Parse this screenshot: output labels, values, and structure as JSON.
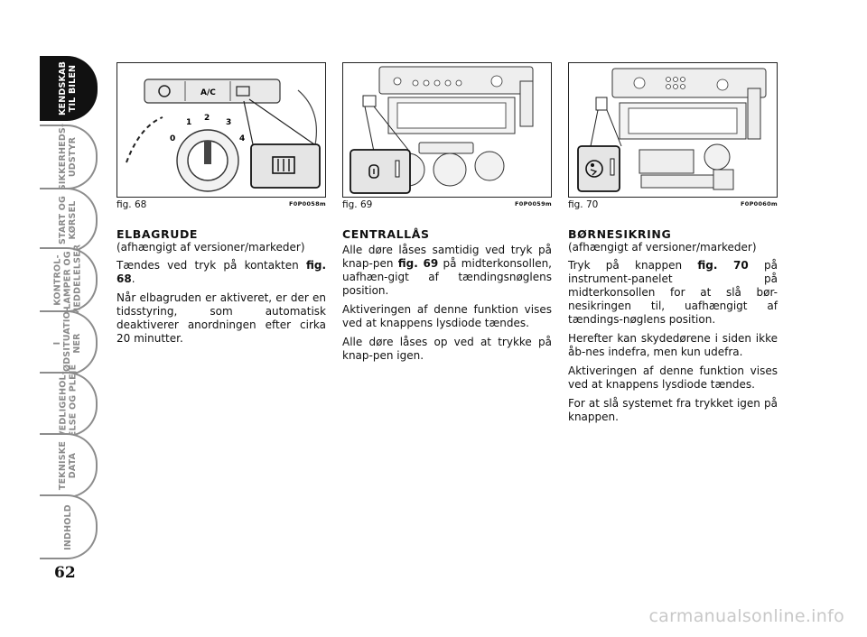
{
  "sidebar": {
    "tabs": [
      {
        "label": "KENDSKAB\nTIL BILEN",
        "active": true
      },
      {
        "label": "SIKKERHEDS-\nUDSTYR",
        "active": false
      },
      {
        "label": "START OG\nKØRSEL",
        "active": false
      },
      {
        "label": "KONTROL-\nLAMPER OG\nMEDDELELSER",
        "active": false
      },
      {
        "label": "I\nNØDSITUATIO-\nNER",
        "active": false
      },
      {
        "label": "VEDLIGEHOL-\nDELSE OG PLEJE",
        "active": false
      },
      {
        "label": "TEKNISKE\nDATA",
        "active": false
      },
      {
        "label": "INDHOLD",
        "active": false
      }
    ],
    "page_number": "62"
  },
  "figures": [
    {
      "caption": "fig. 68",
      "code": "F0P0058m",
      "panel_label": "A/C",
      "dial_numbers": [
        "0",
        "1",
        "2",
        "3",
        "4"
      ]
    },
    {
      "caption": "fig. 69",
      "code": "F0P0059m"
    },
    {
      "caption": "fig. 70",
      "code": "F0P0060m"
    }
  ],
  "sections": [
    {
      "title": "ELBAGRUDE",
      "subtitle": "(afhængigt af versioner/markeder)",
      "paragraphs": [
        {
          "before": "Tændes ved tryk på kontakten ",
          "bold": "fig. 68",
          "after": "."
        },
        {
          "before": "Når elbagruden er aktiveret, er der en tidsstyring, som automatisk deaktiverer anordningen efter cirka 20 minutter.",
          "bold": "",
          "after": ""
        }
      ]
    },
    {
      "title": "CENTRALLÅS",
      "subtitle": "",
      "paragraphs": [
        {
          "before": "Alle døre låses samtidig ved tryk på knap-pen ",
          "bold": "fig. 69",
          "after": " på midterkonsollen, uafhæn-gigt af tændingsnøglens position."
        },
        {
          "before": "Aktiveringen af denne funktion vises ved at knappens lysdiode tændes.",
          "bold": "",
          "after": ""
        },
        {
          "before": "Alle døre låses op ved at trykke på knap-pen igen.",
          "bold": "",
          "after": ""
        }
      ]
    },
    {
      "title": "BØRNESIKRING",
      "subtitle": "(afhængigt af versioner/markeder)",
      "paragraphs": [
        {
          "before": "Tryk på knappen ",
          "bold": "fig. 70",
          "after": " på instrument-panelet på midterkonsollen for at slå bør-nesikringen til, uafhængigt af tændings-nøglens position."
        },
        {
          "before": "Herefter kan skydedørene i siden ikke åb-nes indefra, men kun udefra.",
          "bold": "",
          "after": ""
        },
        {
          "before": "Aktiveringen af denne funktion vises ved at knappens lysdiode tændes.",
          "bold": "",
          "after": ""
        },
        {
          "before": "For at slå systemet fra trykket igen på knappen.",
          "bold": "",
          "after": ""
        }
      ]
    }
  ],
  "watermark": "carmanualsonline.info"
}
